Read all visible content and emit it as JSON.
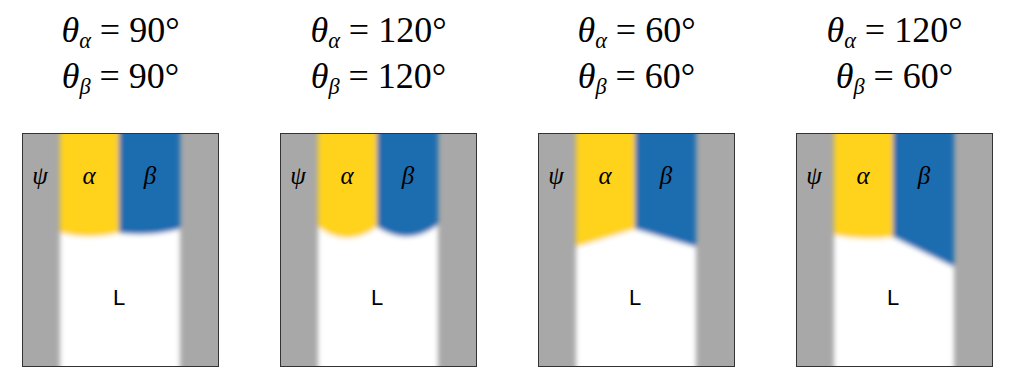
{
  "diagram": {
    "labels": [
      "θα = 90°",
      "θβ = 90°",
      "ψ",
      "α",
      "β",
      "L",
      "θα = 120°",
      "θβ = 120°",
      "ψ",
      "α",
      "β",
      "L",
      "θα = 60°",
      "θβ = 60°",
      "ψ",
      "α",
      "β",
      "L",
      "θα = 120°",
      "θβ = 60°",
      "ψ",
      "α",
      "β",
      "L"
    ]
  }
}
